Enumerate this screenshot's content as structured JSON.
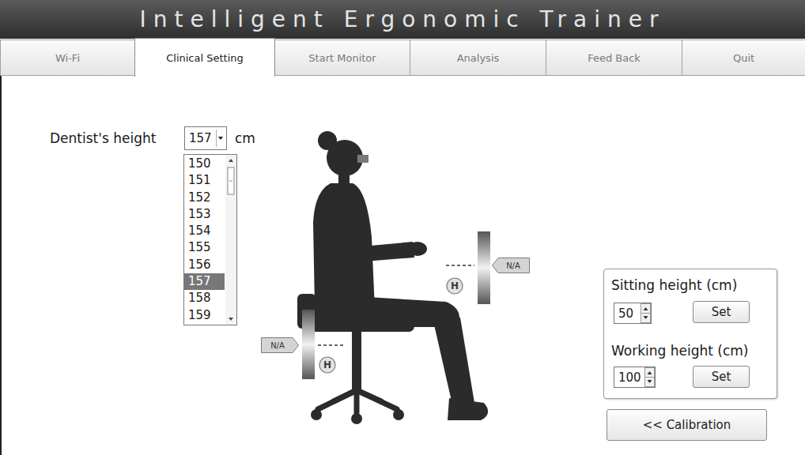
{
  "diagram": {
    "title": "Intelligent Ergonomic Trainer",
    "nodes": [
      {
        "text": [
          "Wi-Fi"
        ]
      },
      {
        "text": [
          "Clinical Setting"
        ]
      },
      {
        "text": [
          "Start Monitor"
        ]
      },
      {
        "text": [
          "Analysis"
        ]
      },
      {
        "text": [
          "Feed Back"
        ]
      },
      {
        "text": [
          "Quit"
        ]
      },
      {
        "text": [
          "157"
        ]
      },
      {
        "text": [
          "150",
          "151",
          "152",
          "153",
          "154",
          "155",
          "156",
          "157",
          "158",
          "159"
        ]
      },
      {
        "text": [
          "N/A"
        ]
      },
      {
        "text": [
          "H"
        ]
      },
      {
        "text": [
          "Sitting height (cm)",
          "Working height (cm)"
        ]
      },
      {
        "text": [
          "50"
        ],
        "in": 10
      },
      {
        "text": [
          "Set"
        ],
        "in": 10
      },
      {
        "text": [
          "100"
        ],
        "in": 10
      },
      {
        "text": [
          "Set"
        ],
        "in": 10
      },
      {
        "text": [
          "N/A"
        ]
      },
      {
        "text": [
          "H"
        ]
      },
      {
        "text": [
          "<< Calibration"
        ]
      }
    ],
    "labels": [
      "Dentist's height",
      "cm"
    ]
  }
}
